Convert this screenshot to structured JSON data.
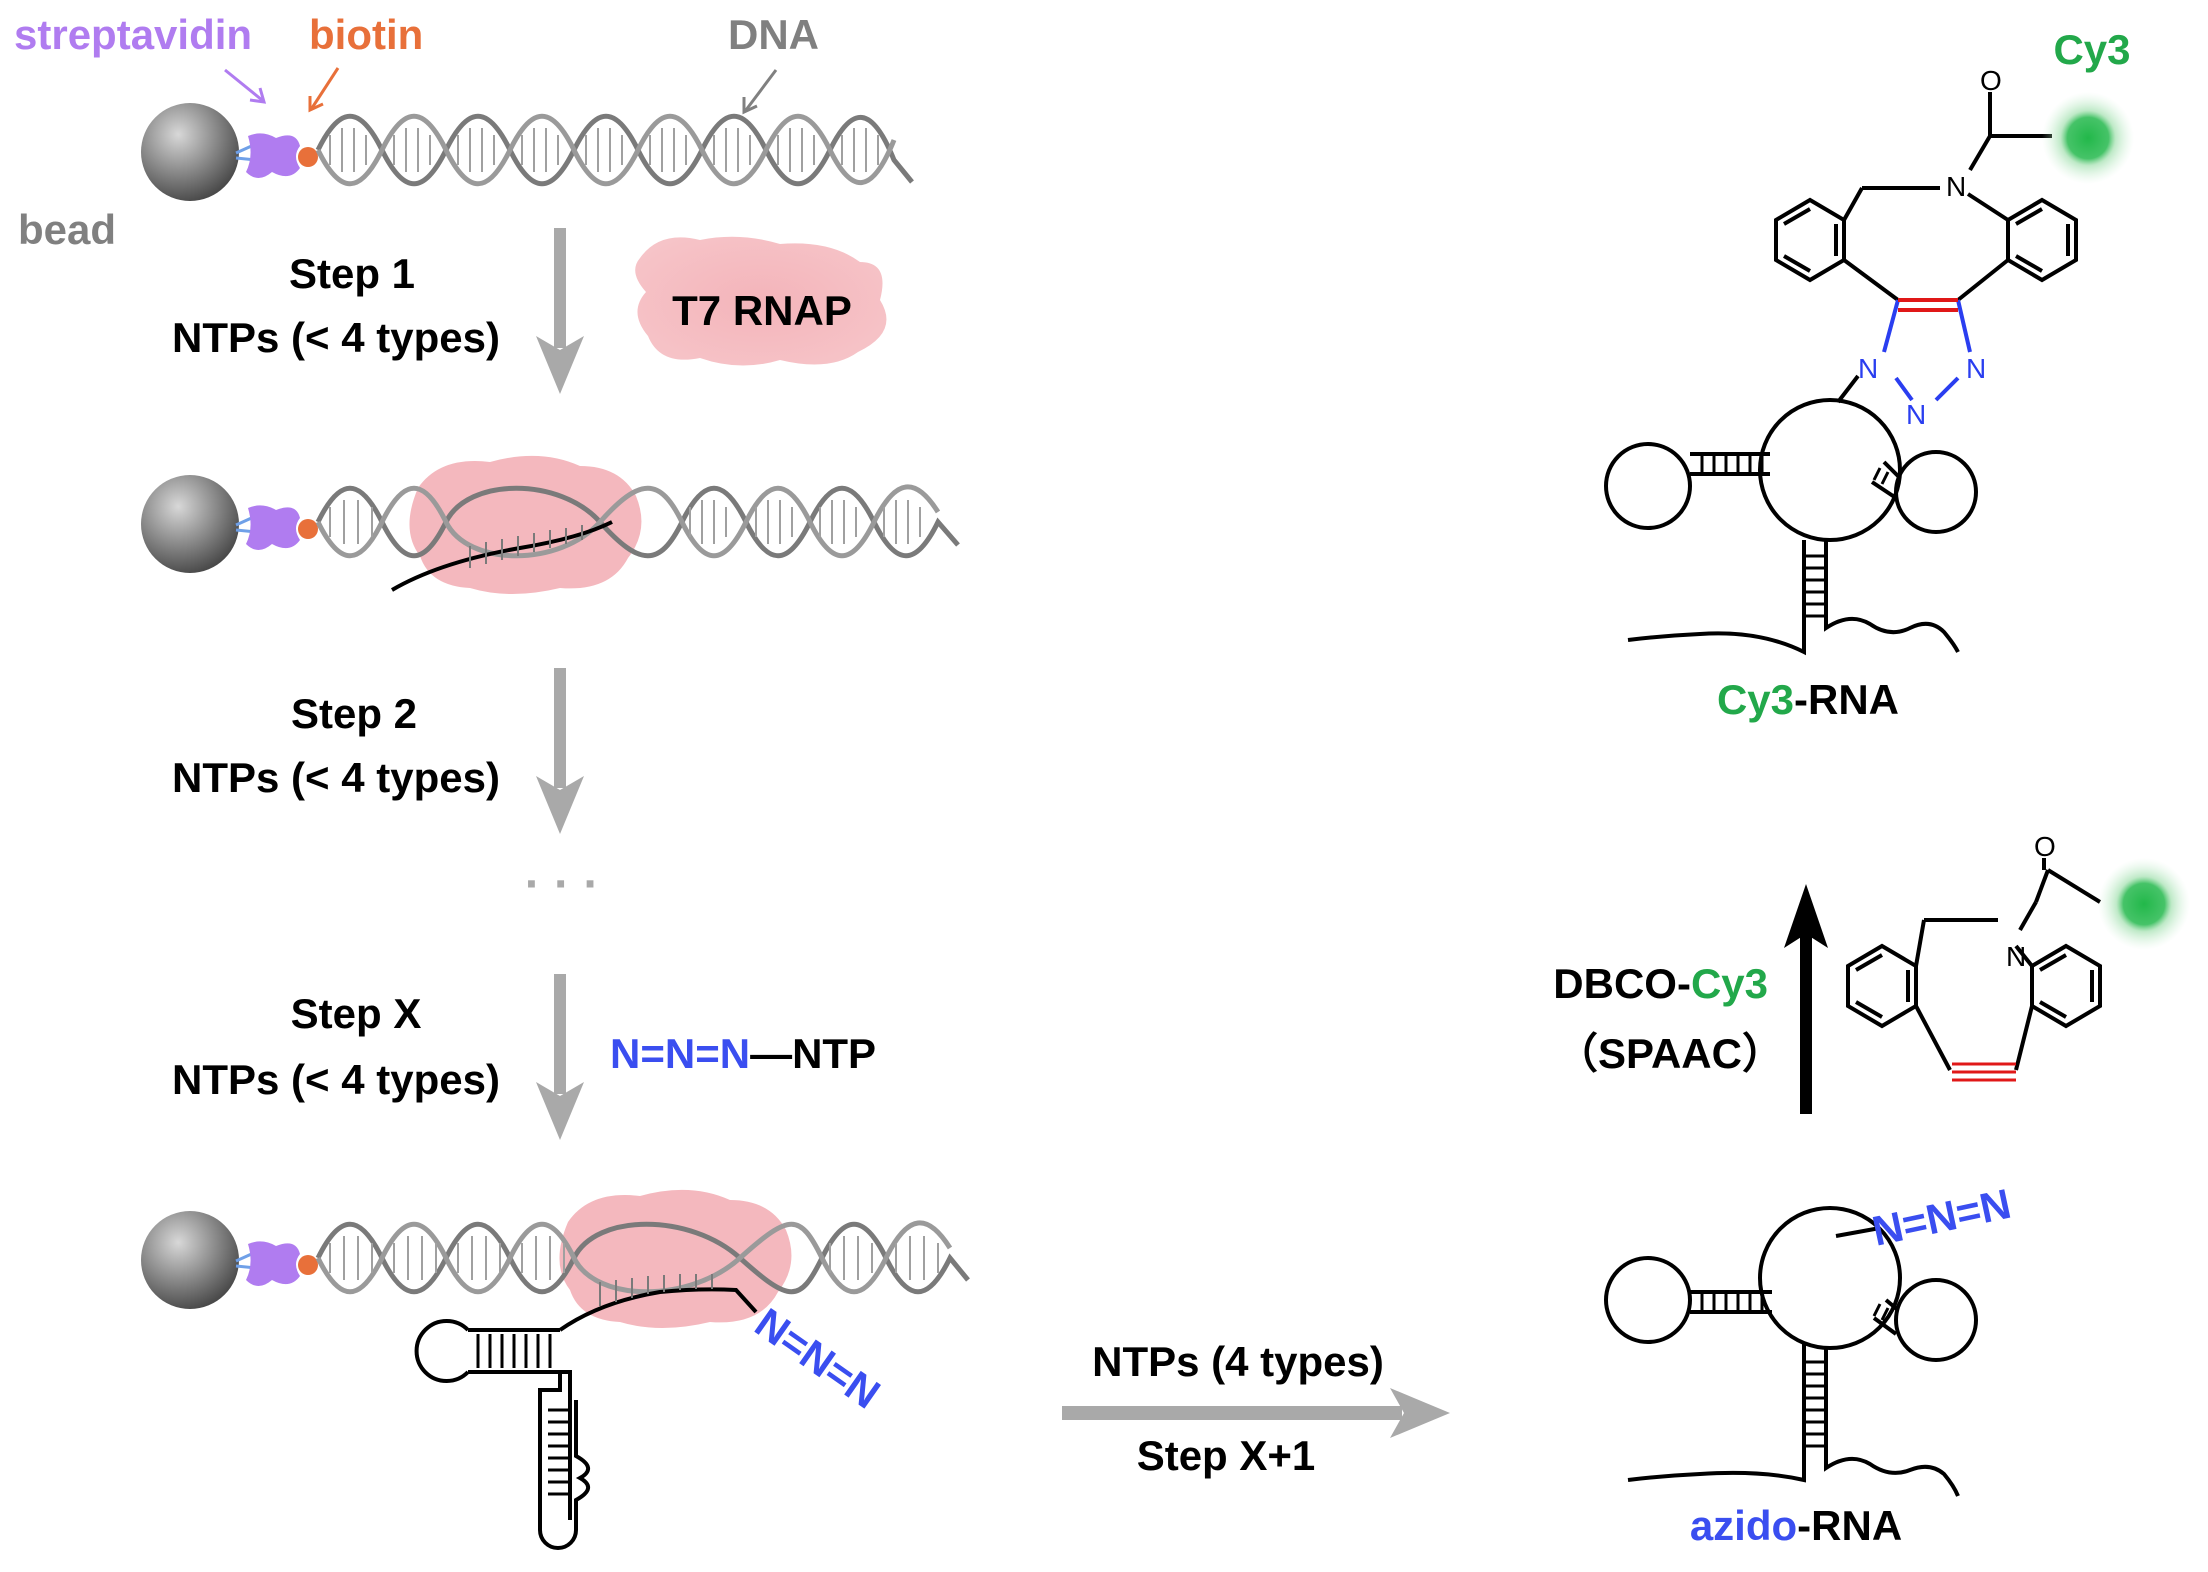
{
  "colors": {
    "streptavidin": "#b07cf0",
    "biotin": "#e8703a",
    "dna": "#808080",
    "bead": "#808080",
    "azide": "#3a4ef0",
    "cy3": "#22a84a",
    "alkyne": "#e01818",
    "polymerase": "#f0a0a8",
    "step_arrow": "#a9a9a9",
    "final_arrow": "#000000"
  },
  "labels": {
    "streptavidin": "streptavidin",
    "biotin": "biotin",
    "dna": "DNA",
    "bead": "bead",
    "t7": "T7 RNAP",
    "step1": "Step 1",
    "step1_ntp": "NTPs (< 4 types)",
    "step2": "Step 2",
    "step2_ntp": "NTPs (< 4 types)",
    "ellipsis": "· · ·",
    "stepx": "Step X",
    "stepx_ntp": "NTPs (< 4 types)",
    "azide_ntp_a": "N=N=N",
    "azide_ntp_b": "—NTP",
    "azide_on_rna": "N=N=N",
    "azide_on_free_rna": "N=N=N",
    "ntp4": "NTPs (4 types)",
    "stepx1": "Step X+1",
    "azido_a": "azido",
    "azido_b": "-RNA",
    "dbco_a": "DBCO-",
    "dbco_b": "Cy3",
    "spaac": "（SPAAC）",
    "cy3_top": "Cy3",
    "cy3rna_a": "Cy3",
    "cy3rna_b": "-RNA"
  },
  "atoms": {
    "n": "N",
    "o": "O"
  }
}
